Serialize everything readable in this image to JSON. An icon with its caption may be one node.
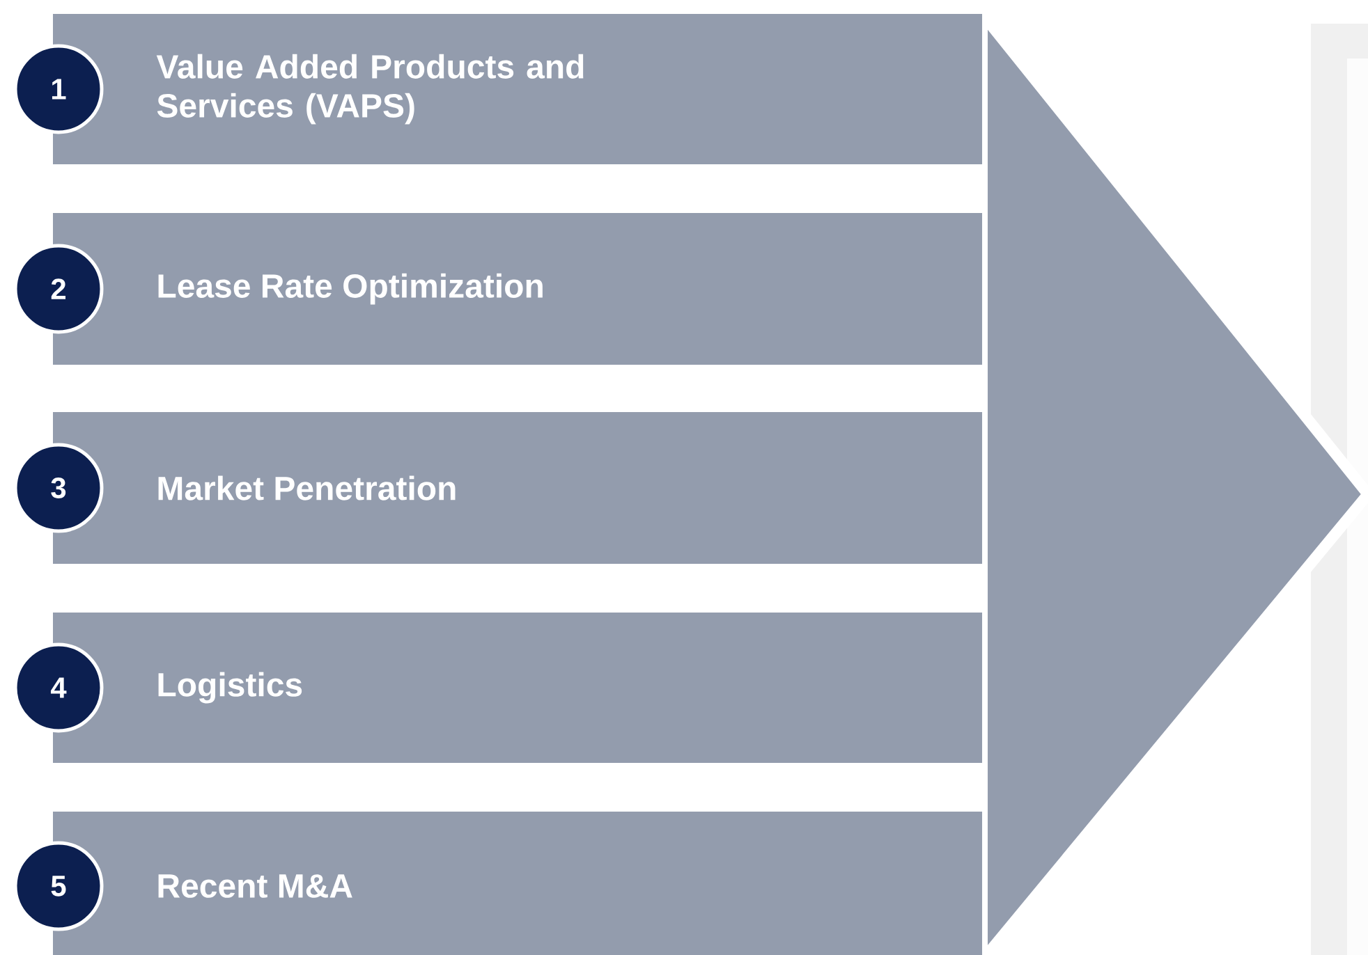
{
  "diagram": {
    "nodes": [
      {
        "text": [
          "1"
        ]
      },
      {
        "text": [
          "Value Added Products and Services (VAPS)"
        ]
      },
      {
        "text": [
          "2"
        ]
      },
      {
        "text": [
          "Lease Rate Optimization"
        ]
      },
      {
        "text": [
          "3"
        ]
      },
      {
        "text": [
          "Market Penetration"
        ]
      },
      {
        "text": [
          "4"
        ]
      },
      {
        "text": [
          "Logistics"
        ]
      },
      {
        "text": [
          "5"
        ]
      },
      {
        "text": [
          "Recent M&A"
        ]
      }
    ]
  }
}
